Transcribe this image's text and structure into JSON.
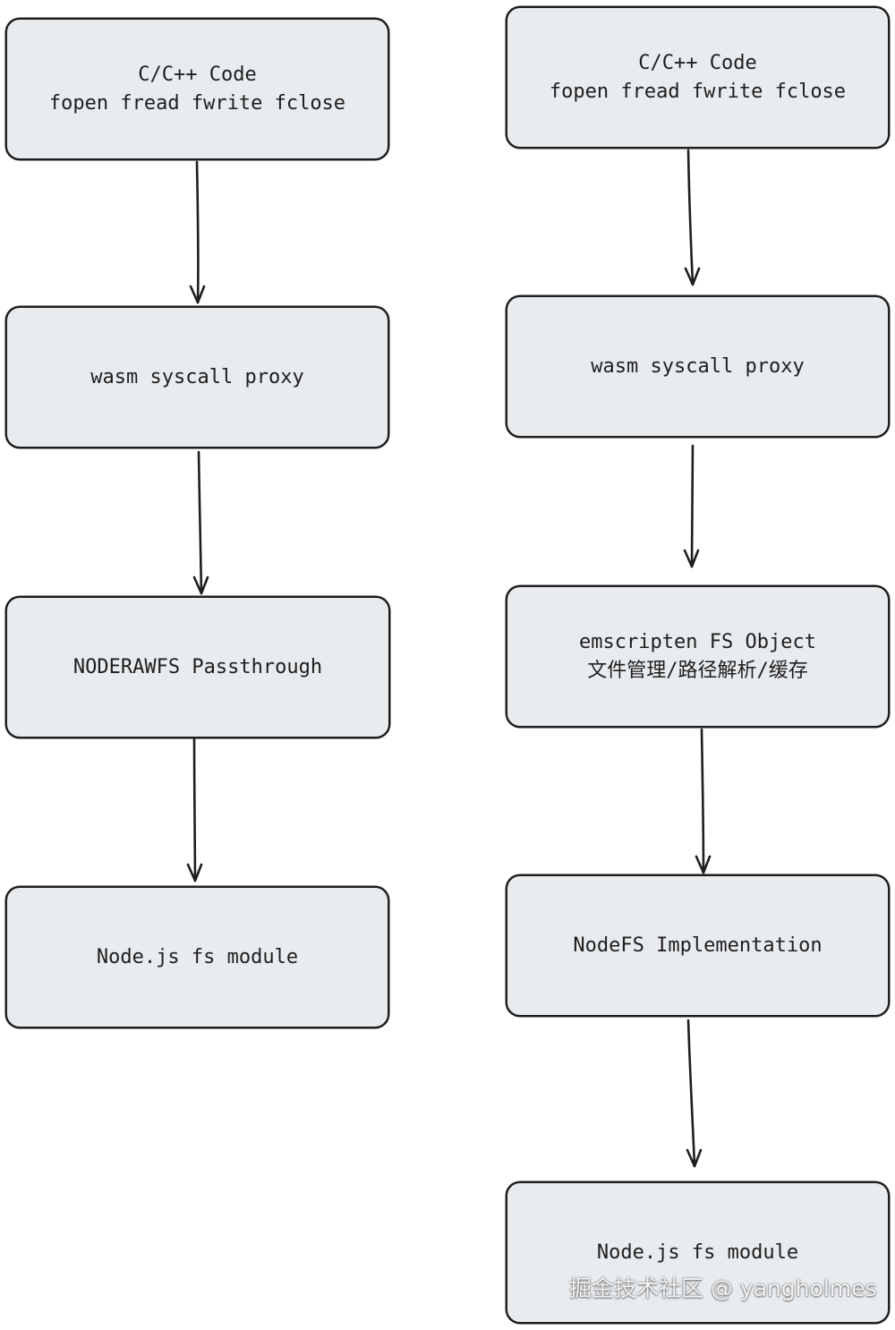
{
  "left_column": {
    "nodes": [
      {
        "lines": [
          "C/C++ Code",
          "fopen fread fwrite fclose"
        ]
      },
      {
        "lines": [
          "wasm syscall proxy"
        ]
      },
      {
        "lines": [
          "NODERAWFS Passthrough"
        ]
      },
      {
        "lines": [
          "Node.js fs module"
        ]
      }
    ]
  },
  "right_column": {
    "nodes": [
      {
        "lines": [
          "C/C++ Code",
          "fopen fread fwrite fclose"
        ]
      },
      {
        "lines": [
          "wasm syscall proxy"
        ]
      },
      {
        "lines": [
          "emscripten FS Object",
          "文件管理/路径解析/缓存"
        ]
      },
      {
        "lines": [
          "NodeFS Implementation"
        ]
      },
      {
        "lines": [
          "Node.js fs module"
        ]
      }
    ]
  },
  "watermark": "掘金技术社区 @ yangholmes",
  "colors": {
    "box_fill": "#e9ecef",
    "stroke": "#1e1e1e",
    "background": "#ffffff"
  }
}
